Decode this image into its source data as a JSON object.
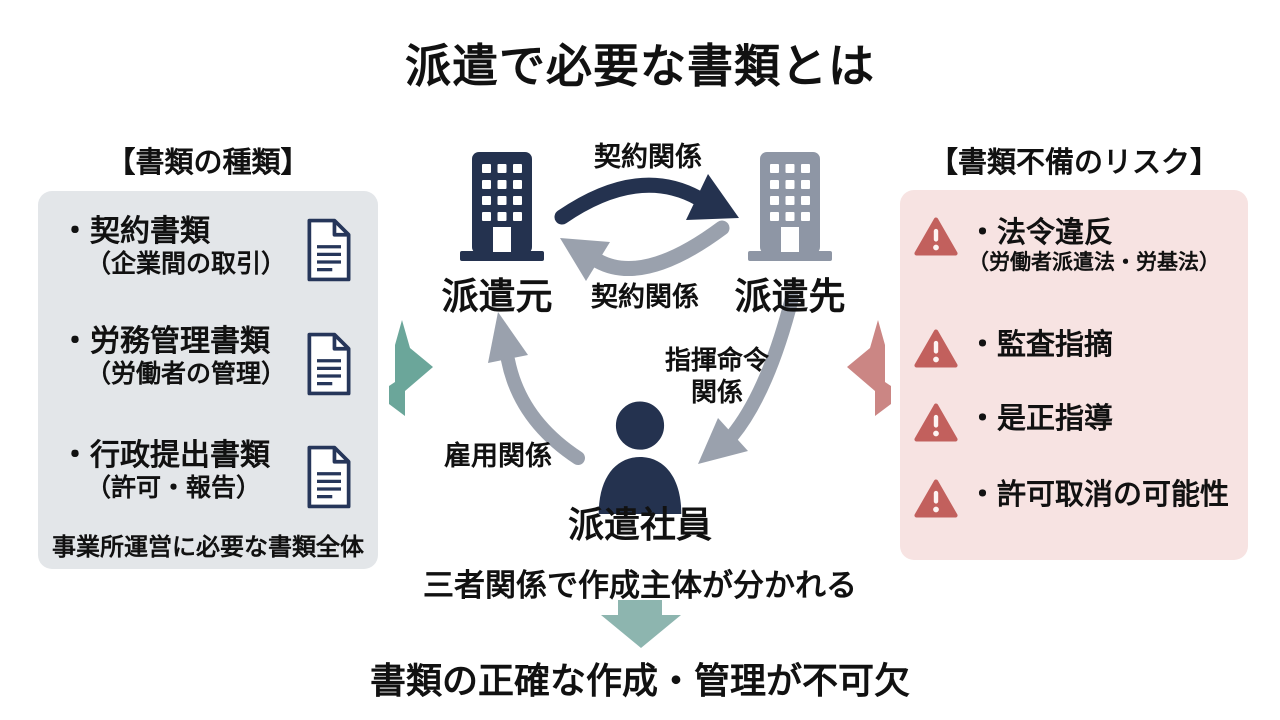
{
  "title": "派遣で必要な書類とは",
  "left_panel": {
    "heading": "【書類の種類】",
    "items": [
      {
        "title": "・契約書類",
        "subtitle": "（企業間の取引）"
      },
      {
        "title": "・労務管理書類",
        "subtitle": "（労働者の管理）"
      },
      {
        "title": "・行政提出書類",
        "subtitle": "（許可・報告）"
      }
    ],
    "footer": "事業所運営に必要な書類全体"
  },
  "right_panel": {
    "heading": "【書類不備のリスク】",
    "items": [
      {
        "title": "・法令違反",
        "subtitle": "（労働者派遣法・労基法）"
      },
      {
        "title": "・監査指摘"
      },
      {
        "title": "・是正指導"
      },
      {
        "title": "・許可取消の可能性"
      }
    ]
  },
  "diagram": {
    "agency_label": "派遣元",
    "client_label": "派遣先",
    "worker_label": "派遣社員",
    "contract_top_label": "契約関係",
    "contract_bottom_label": "契約関係",
    "employment_label": "雇用関係",
    "command_label_line1": "指揮命令",
    "command_label_line2": "関係"
  },
  "bottom": {
    "note": "三者関係で作成主体が分かれる",
    "conclusion": "書類の正確な作成・管理が不可欠"
  },
  "icons": {
    "building_agency": "building-icon",
    "building_client": "building-icon",
    "worker": "person-icon",
    "document": "document-icon",
    "warning": "warning-triangle-icon"
  },
  "colors": {
    "navy": "#24324f",
    "building_gray": "#8e96a5",
    "arrow_gray": "#9aa1ad",
    "teal_arrow": "#6ba69a",
    "teal_down_arrow": "#8db5af",
    "pink_arrow": "#cb8684",
    "risk_red": "#c2605d",
    "left_box_bg": "#e3e6e9",
    "right_box_bg": "#f7e3e2"
  }
}
